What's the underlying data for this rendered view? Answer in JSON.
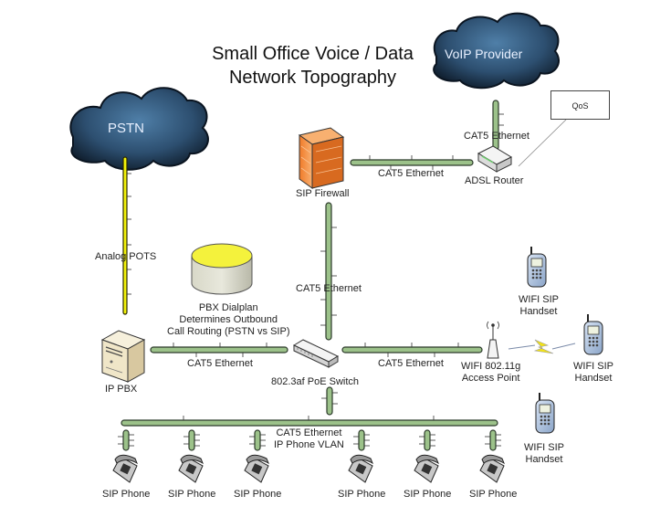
{
  "title": {
    "line1": "Small Office Voice / Data",
    "line2": "Network Topography"
  },
  "colors": {
    "cable_green": "#9cc28a",
    "cable_outline": "#2c3a2a",
    "pots_yellow": "#f2f20a",
    "cloud": "#2d4f70",
    "firewall": "#f08a3c",
    "dialplan": "#f4f23c",
    "lightning": "#f2e21a",
    "background": "#ffffff"
  },
  "clouds": {
    "pstn": "PSTN",
    "voip": "VoIP Provider"
  },
  "nodes": {
    "sip_firewall": "SIP Firewall",
    "adsl_router": "ADSL Router",
    "qos": "QoS",
    "ip_pbx": "IP PBX",
    "poe_switch": "802.3af PoE Switch",
    "access_point": {
      "line1": "WIFI 802.11g",
      "line2": "Access Point"
    },
    "dialplan": {
      "line1": "PBX Dialplan",
      "line2": "Determines Outbound",
      "line3": "Call Routing (PSTN vs SIP)"
    },
    "wifi_handsets": [
      {
        "line1": "WIFI SIP",
        "line2": "Handset"
      },
      {
        "line1": "WIFI SIP",
        "line2": "Handset"
      },
      {
        "line1": "WIFI SIP",
        "line2": "Handset"
      }
    ],
    "sip_phones": [
      "SIP Phone",
      "SIP Phone",
      "SIP Phone",
      "SIP Phone",
      "SIP Phone",
      "SIP Phone"
    ]
  },
  "links": {
    "voip_router": "CAT5 Ethernet",
    "firewall_router": "CAT5 Ethernet",
    "pstn_pbx": "Analog POTS",
    "firewall_switch": "CAT5 Ethernet",
    "pbx_switch": "CAT5 Ethernet",
    "switch_ap": "CAT5 Ethernet",
    "phone_vlan": {
      "line1": "CAT5 Ethernet",
      "line2": "IP Phone VLAN"
    }
  }
}
